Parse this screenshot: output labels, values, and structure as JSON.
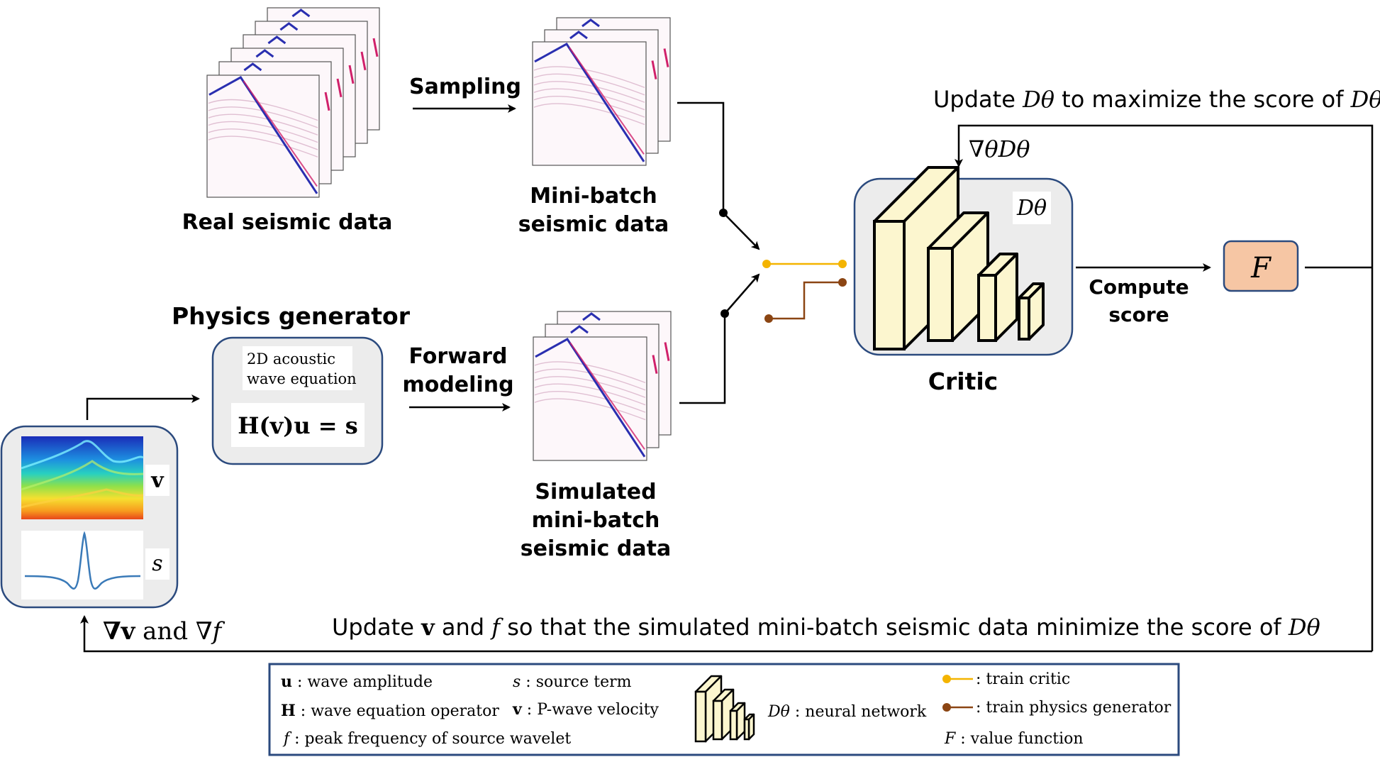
{
  "labels": {
    "real_data": "Real seismic data",
    "sampling": "Sampling",
    "minibatch": [
      "Mini-batch",
      "seismic data"
    ],
    "physics_generator": "Physics generator",
    "acoustic": [
      "2D acoustic",
      "wave equation"
    ],
    "equation": "H(v)u = s",
    "forward": [
      "Forward",
      "modeling"
    ],
    "simulated": [
      "Simulated",
      "mini-batch",
      "seismic data"
    ],
    "critic": "Critic",
    "compute_score": [
      "Compute",
      "score"
    ],
    "F_box": "F",
    "D_theta_badge": "Dθ",
    "v_label": "v",
    "s_label": "s"
  },
  "top_annotation": {
    "pre": "Update ",
    "sym": "Dθ",
    "mid": " to maximize the score of ",
    "end": "Dθ"
  },
  "grad_annotation": "∇θDθ",
  "grad_vf": {
    "a": "∇v",
    "and": " and ",
    "b": "∇f"
  },
  "bottom_annotation": {
    "pre": "Update ",
    "v": "v",
    "and": " and ",
    "f": "f",
    "mid": " so that the simulated mini-batch seismic data minimize the score of ",
    "end": "Dθ"
  },
  "legend": {
    "u": "u",
    "u_desc": " : wave amplitude",
    "H": "H",
    "H_desc": " : wave equation operator",
    "f": "f",
    "f_desc": " : peak frequency of source wavelet",
    "s": "s",
    "s_desc": " : source term",
    "v": "v",
    "v_desc": " : P-wave velocity",
    "D": "Dθ",
    "D_desc": " : neural network",
    "train_critic": " : train critic",
    "train_gen": " : train physics generator",
    "F": "F",
    "F_desc": " : value function"
  },
  "colors": {
    "box_stroke": "#2b4a7e",
    "box_fill": "#ececec",
    "yellow": "#f4b400",
    "brown": "#8b4513",
    "F_fill": "#f6c6a4",
    "cube_fill": "#fcf6cf"
  }
}
